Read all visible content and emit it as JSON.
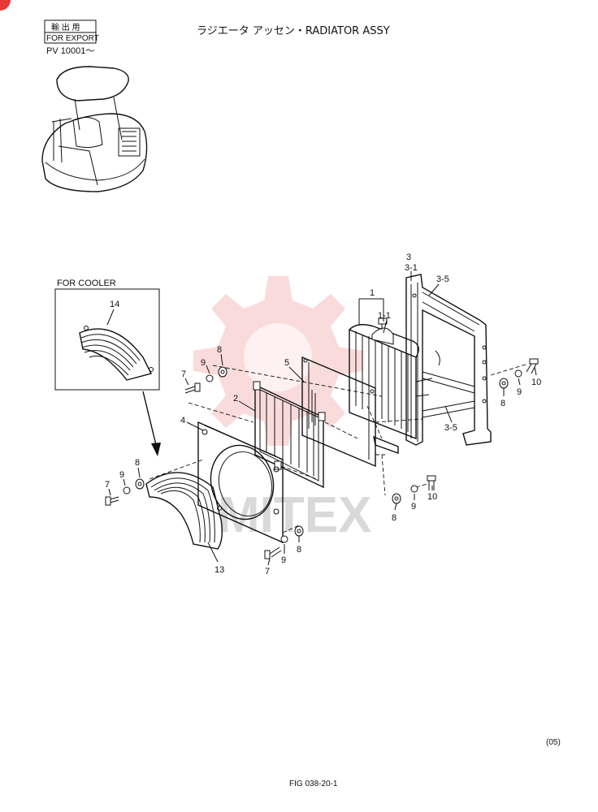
{
  "header": {
    "title": "ラジエータ アッセン・RADIATOR ASSY",
    "export_stamp_jp": "輸 出 用",
    "export_stamp_en": "FOR EXPORT",
    "serial": "PV 10001～"
  },
  "inset": {
    "label": "FOR COOLER",
    "part": "14"
  },
  "watermark": {
    "text": "MITEX"
  },
  "callouts": {
    "c1": "1",
    "c1_1": "1-1",
    "c2": "2",
    "c3": "3",
    "c3_1": "3-1",
    "c3_5_top": "3-5",
    "c3_5_mid": "3-5",
    "c4": "4",
    "c5": "5",
    "c7_a": "7",
    "c7_b": "7",
    "c7_c": "7",
    "c8_a": "8",
    "c8_b": "8",
    "c8_c": "8",
    "c8_d": "8",
    "c8_e": "8",
    "c9_a": "9",
    "c9_b": "9",
    "c9_c": "9",
    "c9_d": "9",
    "c9_e": "9",
    "c10_a": "10",
    "c10_b": "10",
    "c13": "13"
  },
  "footer": {
    "rev": "(05)",
    "fig": "FIG  038-20-1"
  }
}
